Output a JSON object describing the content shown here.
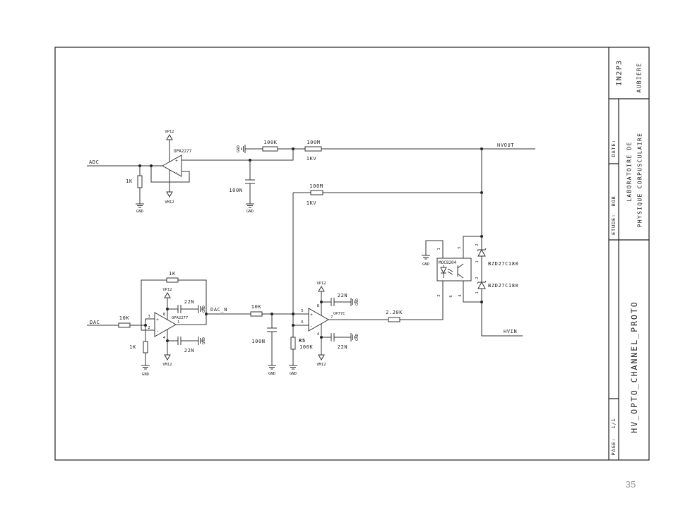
{
  "colors": {
    "ink": "#333333",
    "page_number": "#9a9a9a"
  },
  "page": {
    "number": "35"
  },
  "title_block": {
    "organization": "IN2P3",
    "location": "AUBIERE",
    "date_label": "DATE:",
    "lab_line1": "LABORATOIRE DE",
    "lab_line2": "PHYSIQUE CORPUSCULAIRE",
    "study_label": "ETUDE:",
    "study_value": "BOB",
    "title": "HV_OPTO_CHANNEL_PROTO",
    "page_label": "PAGE:",
    "page_value": "1/1"
  },
  "nets": {
    "adc": "ADC",
    "dac": "DAC",
    "dac_n": "DAC_N",
    "hvout": "HVOUT",
    "hvin": "HVIN"
  },
  "power": {
    "vp12": "VP12",
    "vm12": "VM12",
    "gnd": "GND"
  },
  "opamp_symbols": {
    "plus": "+",
    "minus": "-"
  },
  "components": {
    "u_adc_buffer": {
      "part": "OPA2277"
    },
    "r_adc_gnd": {
      "value": "1K"
    },
    "r_divider_low": {
      "value": "100K"
    },
    "r_divider_hvout": {
      "value": "100M",
      "rating": "1KV"
    },
    "c_divider": {
      "value": "100N"
    },
    "r_feedback_hv": {
      "value": "100M",
      "rating": "1KV"
    },
    "u_dac_amp": {
      "part": "OPA2277",
      "pins": {
        "in_plus": "3",
        "in_minus": "2",
        "out": "1",
        "vplus": "8",
        "vminus": "4"
      }
    },
    "r_dac_in": {
      "value": "10K"
    },
    "r_dac_gnd": {
      "value": "1K"
    },
    "r_dac_feedback": {
      "value": "1K"
    },
    "c_dac_vp": {
      "value": "22N"
    },
    "c_dac_vm": {
      "value": "22N"
    },
    "r_dacn": {
      "value": "10K"
    },
    "c_dacn": {
      "value": "100N"
    },
    "r5": {
      "ref": "R5",
      "value": "100K"
    },
    "u_driver": {
      "part": "OP77C",
      "pins": {
        "in_plus": "5",
        "in_minus": "6",
        "out": "7",
        "vplus": "8",
        "vminus": "4"
      }
    },
    "c_drv_vp": {
      "value": "22N"
    },
    "c_drv_vm": {
      "value": "22N"
    },
    "r_led": {
      "value": "2.20K"
    },
    "opto": {
      "part": "MOC8204",
      "pins": {
        "p1": "1",
        "p2": "2",
        "p4": "4",
        "p5": "5",
        "p6": "6"
      }
    },
    "zener_1": {
      "part": "BZD27C180",
      "pins": {
        "a": "1",
        "k": "2"
      }
    },
    "zener_2": {
      "part": "BZD27C180",
      "pins": {
        "a": "1",
        "k": "2"
      }
    }
  }
}
